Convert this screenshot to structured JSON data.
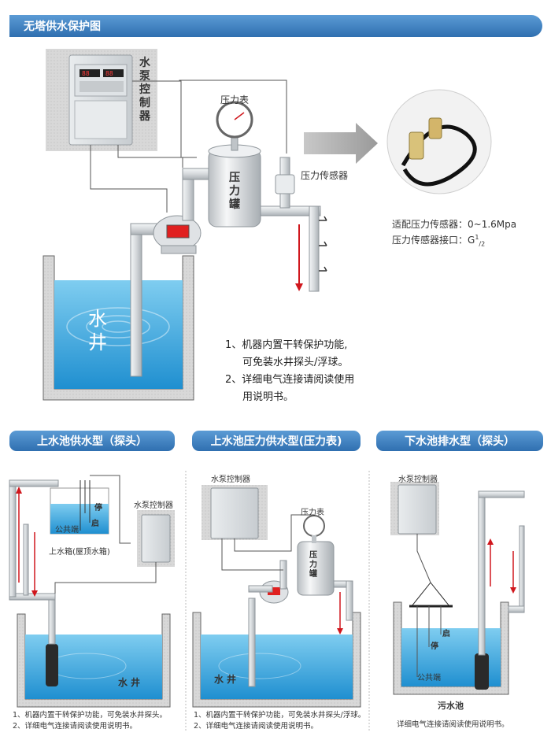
{
  "main_title": "无塔供水保护图",
  "main": {
    "controller_label": "水泵控制器",
    "gauge_label": "压力表",
    "tank_label": "压力罐",
    "sensor_label": "压力传感器",
    "well_label": "水井",
    "spec_range": "适配压力传感器：0~1.6Mpa",
    "spec_port": "压力传感器接口：G",
    "spec_port_sup": "1",
    "spec_port_sub": "/2",
    "notes": [
      "1、机器内置干转保护功能,",
      "可免装水井探头/浮球。",
      "2、详细电气连接请阅读使用",
      "用说明书。"
    ]
  },
  "sections": [
    {
      "title": "上水池供水型（探头）",
      "controller_label": "水泵控制器",
      "stop_label": "停",
      "start_label": "启",
      "common_label": "公共端",
      "tank_caption": "上水箱(屋顶水箱)",
      "well_label": "水井",
      "notes": [
        "1、机器内置干转保护功能，可免装水井探头。",
        "2、详细电气连接请阅读使用说明书。"
      ]
    },
    {
      "title": "上水池压力供水型(压力表)",
      "controller_label": "水泵控制器",
      "gauge_label": "压力表",
      "tank_label": "压力罐",
      "well_label": "水井",
      "notes": [
        "1、机器内置干转保护功能，可免装水井探头/浮球。",
        "2、详细电气连接请阅读使用说明书。"
      ]
    },
    {
      "title": "下水池排水型（探头）",
      "controller_label": "水泵控制器",
      "start_label": "启",
      "stop_label": "停",
      "common_label": "公共端",
      "pool_label": "污水池",
      "notes": [
        "详细电气连接请阅读使用说明书。"
      ]
    }
  ],
  "colors": {
    "tab": "#3a7fc1",
    "water": "#3aa6dc",
    "flow_arrow": "#d0171d",
    "pipe": "#d9dde0"
  }
}
